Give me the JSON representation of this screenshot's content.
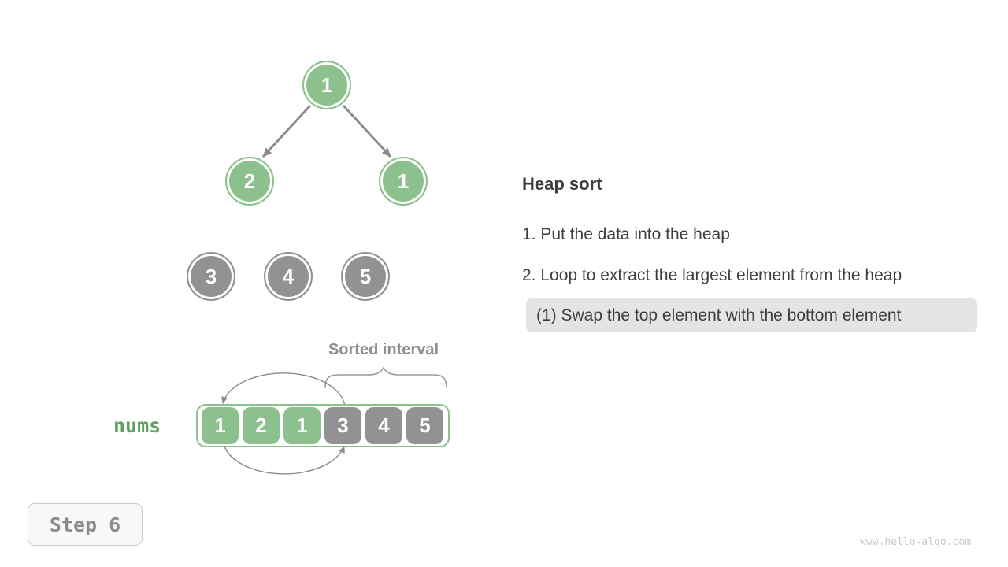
{
  "figure_title": "Heap sort",
  "colors": {
    "heap_green": "#8cc08c",
    "removed_gray": "#929292",
    "nums_label_green": "#5fa05f",
    "arrow_gray": "#8a8a8a",
    "text_dark": "#3d3d3d",
    "muted_label_gray": "#8f8f8f",
    "highlight_bg": "#e4e4e4",
    "step_text_gray": "#8c8c8c",
    "watermark_gray": "#c7ccc7",
    "background": "#ffffff"
  },
  "tree": {
    "nodes": [
      {
        "value": "1",
        "state": "in-heap",
        "position": "root"
      },
      {
        "value": "2",
        "state": "in-heap",
        "position": "left-child"
      },
      {
        "value": "1",
        "state": "in-heap",
        "position": "right-child"
      },
      {
        "value": "3",
        "state": "removed",
        "position": "detached-1"
      },
      {
        "value": "4",
        "state": "removed",
        "position": "detached-2"
      },
      {
        "value": "5",
        "state": "removed",
        "position": "detached-3"
      }
    ],
    "edges": [
      {
        "from": "root",
        "to": "left-child"
      },
      {
        "from": "root",
        "to": "right-child"
      }
    ]
  },
  "array": {
    "label": "nums",
    "cells": [
      {
        "value": "1",
        "state": "heap"
      },
      {
        "value": "2",
        "state": "heap"
      },
      {
        "value": "1",
        "state": "heap"
      },
      {
        "value": "3",
        "state": "sorted"
      },
      {
        "value": "4",
        "state": "sorted"
      },
      {
        "value": "5",
        "state": "sorted"
      }
    ],
    "sorted_interval": {
      "label": "Sorted interval",
      "covers_cell_indices": [
        3,
        4,
        5
      ]
    },
    "swap_annotation": {
      "between_cell_indices": [
        0,
        3
      ],
      "shape": "ellipse-with-two-arrowheads"
    }
  },
  "panel": {
    "title": "Heap sort",
    "items": [
      {
        "text": "1. Put the data into the heap"
      },
      {
        "text": "2. Loop to extract the largest element from the heap"
      }
    ],
    "highlighted_substep": "(1) Swap the top element with the bottom element"
  },
  "step_label": "Step 6",
  "watermark": "www.hello-algo.com"
}
